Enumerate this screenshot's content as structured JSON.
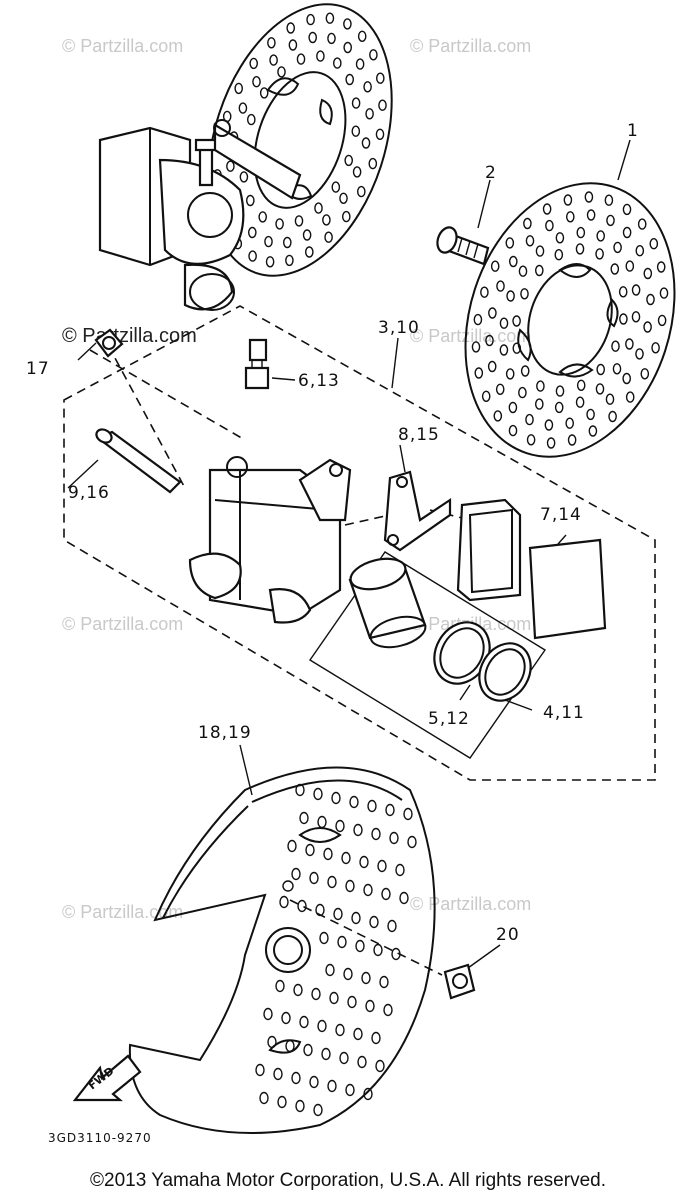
{
  "watermarks": {
    "light_text": "© Partzilla.com",
    "dark_text": "© Partzilla.com"
  },
  "callouts": {
    "c1": "1",
    "c2": "2",
    "c3": "3,10",
    "c4": "4,11",
    "c5": "5,12",
    "c6": "6,13",
    "c7": "7,14",
    "c8": "8,15",
    "c9": "9,16",
    "c17": "17",
    "c18": "18,19",
    "c20": "20"
  },
  "fwd_label": "FWD",
  "diagram_code": "3GD3110-9270",
  "copyright": "©2013  Yamaha Motor Corporation, U.S.A. All rights reserved."
}
